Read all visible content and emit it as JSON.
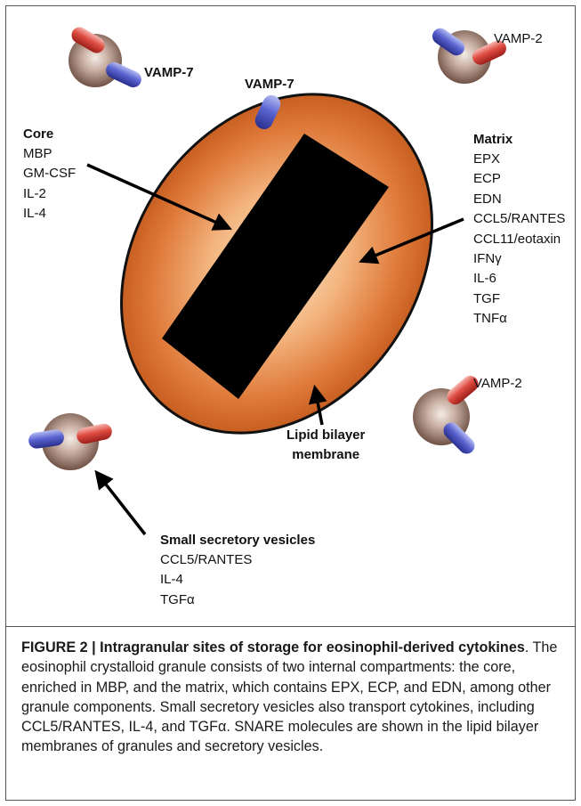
{
  "vamp_labels": {
    "top_left": "VAMP-7",
    "top_center": "VAMP-7",
    "top_right": "VAMP-2",
    "mid_right": "VAMP-2"
  },
  "core": {
    "title": "Core",
    "items": [
      "MBP",
      "GM-CSF",
      "IL-2",
      "IL-4"
    ]
  },
  "matrix": {
    "title": "Matrix",
    "items": [
      "EPX",
      "ECP",
      "EDN",
      "CCL5/RANTES",
      "CCL11/eotaxin",
      "IFNγ",
      "IL-6",
      "TGF",
      "TNFα"
    ]
  },
  "membrane": {
    "line1": "Lipid bilayer",
    "line2": "membrane"
  },
  "secretory": {
    "title": "Small secretory vesicles",
    "items": [
      "CCL5/RANTES",
      "IL-4",
      "TGFα"
    ]
  },
  "caption": {
    "figure_label": "FIGURE 2 | Intragranular sites of storage for eosinophil-derived cytokines",
    "body": ". The eosinophil crystalloid granule consists of two internal compartments: the core, enriched in MBP, and the matrix, which contains EPX, ECP, and EDN, among other granule components. Small secretory vesicles also transport cytokines, including CCL5/RANTES, IL-4, and TGFα. SNARE molecules are shown in the lipid bilayer membranes of granules and secretory vesicles."
  },
  "colors": {
    "granule_orange": "#d9712f",
    "granule_light": "#f7d9b3",
    "vesicle_brown": "#8c6d60",
    "snare_blue": "#4a55c4",
    "snare_red": "#d9463e",
    "crystal_black": "#000000"
  }
}
